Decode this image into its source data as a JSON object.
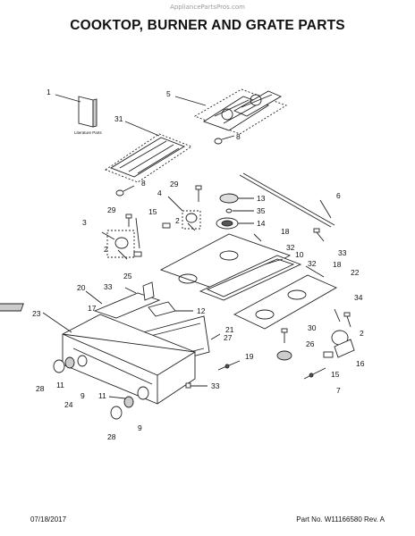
{
  "site_watermark": "AppliancePartsPros.com",
  "title": "COOKTOP, BURNER AND GRATE PARTS",
  "footer": {
    "date": "07/18/2017",
    "part_no": "Part No.  W11166580  Rev. A"
  },
  "literature_label": "Literature Parts",
  "callouts": {
    "c1": "1",
    "c5": "5",
    "c31": "31",
    "c8a": "8",
    "c8b": "8",
    "c6": "6",
    "c13": "13",
    "c35": "35",
    "c14": "14",
    "c4": "4",
    "c29a": "29",
    "c2a": "2",
    "c29b": "29",
    "c3": "3",
    "c15a": "15",
    "c2b": "2",
    "c18a": "18",
    "c33a": "33",
    "c32a": "32",
    "c10": "10",
    "c25": "25",
    "c32b": "32",
    "c18b": "18",
    "c22": "22",
    "c20": "20",
    "c33b": "33",
    "c34": "34",
    "c17": "17",
    "c12": "12",
    "c30": "30",
    "c2c": "2",
    "c23": "23",
    "c21": "21",
    "c27": "27",
    "c26": "26",
    "c16": "16",
    "c19": "19",
    "c15b": "15",
    "c28a": "28",
    "c11a": "11",
    "c9a": "9",
    "c24": "24",
    "c7": "7",
    "c33c": "33",
    "c11b": "11",
    "c28b": "28",
    "c9b": "9"
  }
}
